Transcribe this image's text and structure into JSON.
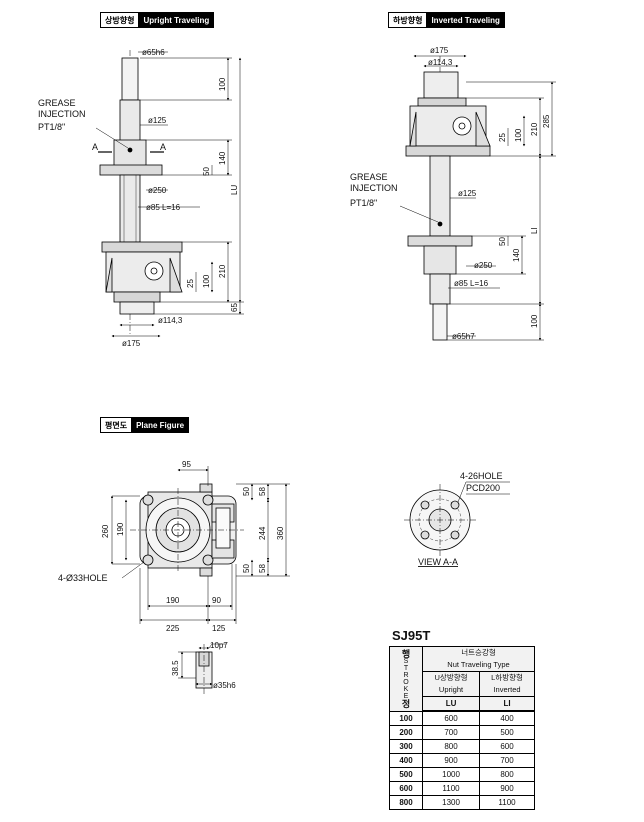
{
  "sections": {
    "upright": {
      "ko": "상방향형",
      "en": "Upright Traveling"
    },
    "inverted": {
      "ko": "하방향형",
      "en": "Inverted Traveling"
    },
    "plane": {
      "ko": "평면도",
      "en": "Plane Figure"
    }
  },
  "upright": {
    "shaft_dia": "ø65h6",
    "grease_1": "GREASE",
    "grease_2": "INJECTION",
    "grease_3": "PT1/8\"",
    "nut_dia": "ø125",
    "flange_dia": "ø250",
    "screw": "ø85 L=16",
    "section_a_left": "A",
    "section_a_right": "A",
    "dim_100_top": "100",
    "dim_140": "140",
    "dim_50": "50",
    "dim_lu": "LU",
    "dim_210": "210",
    "dim_100_body": "100",
    "dim_25": "25",
    "dim_65": "65",
    "base_dia": "ø114,3",
    "base_outer": "ø175"
  },
  "inverted": {
    "top_outer": "ø175",
    "top_dia": "ø114,3",
    "dim_285": "285",
    "dim_210": "210",
    "dim_100": "100",
    "dim_25": "25",
    "grease_1": "GREASE",
    "grease_2": "INJECTION",
    "grease_3": "PT1/8\"",
    "nut_dia": "ø125",
    "dim_140": "140",
    "dim_50": "50",
    "dim_ll": "LI",
    "flange_dia": "ø250",
    "screw": "ø85 L=16",
    "dim_100_bottom": "100",
    "shaft_dia": "ø65h7"
  },
  "plane": {
    "dim_95": "95",
    "dim_50_top": "50",
    "dim_58_top": "58",
    "dim_260": "260",
    "dim_190_v": "190",
    "dim_244": "244",
    "dim_360": "360",
    "dim_50_bot": "50",
    "dim_58_bot": "58",
    "hole": "4-Ø33HOLE",
    "dim_190_h": "190",
    "dim_90": "90",
    "dim_225": "225",
    "dim_125": "125"
  },
  "view_aa": {
    "hole": "4-26HOLE",
    "pcd": "PCD200",
    "caption": "VIEW A-A"
  },
  "key_detail": {
    "key": "10p7",
    "len": "38.5",
    "dia": "ø35h6"
  },
  "spec_table": {
    "model": "SJ95T",
    "stroke_ko_top": "행",
    "stroke_en": "S T R O K E",
    "stroke_ko_bottom": "정",
    "header_ko": "너트승강형",
    "header_en": "Nut Traveling Type",
    "upright_ko": "U상방향형",
    "upright_en": "Upright",
    "inverted_ko": "L하방향형",
    "inverted_en": "Inverted",
    "col_lu": "LU",
    "col_ll": "LI",
    "rows": [
      {
        "stroke": "100",
        "lu": "600",
        "ll": "400"
      },
      {
        "stroke": "200",
        "lu": "700",
        "ll": "500"
      },
      {
        "stroke": "300",
        "lu": "800",
        "ll": "600"
      },
      {
        "stroke": "400",
        "lu": "900",
        "ll": "700"
      },
      {
        "stroke": "500",
        "lu": "1000",
        "ll": "800"
      },
      {
        "stroke": "600",
        "lu": "1100",
        "ll": "900"
      },
      {
        "stroke": "800",
        "lu": "1300",
        "ll": "1100"
      }
    ]
  }
}
